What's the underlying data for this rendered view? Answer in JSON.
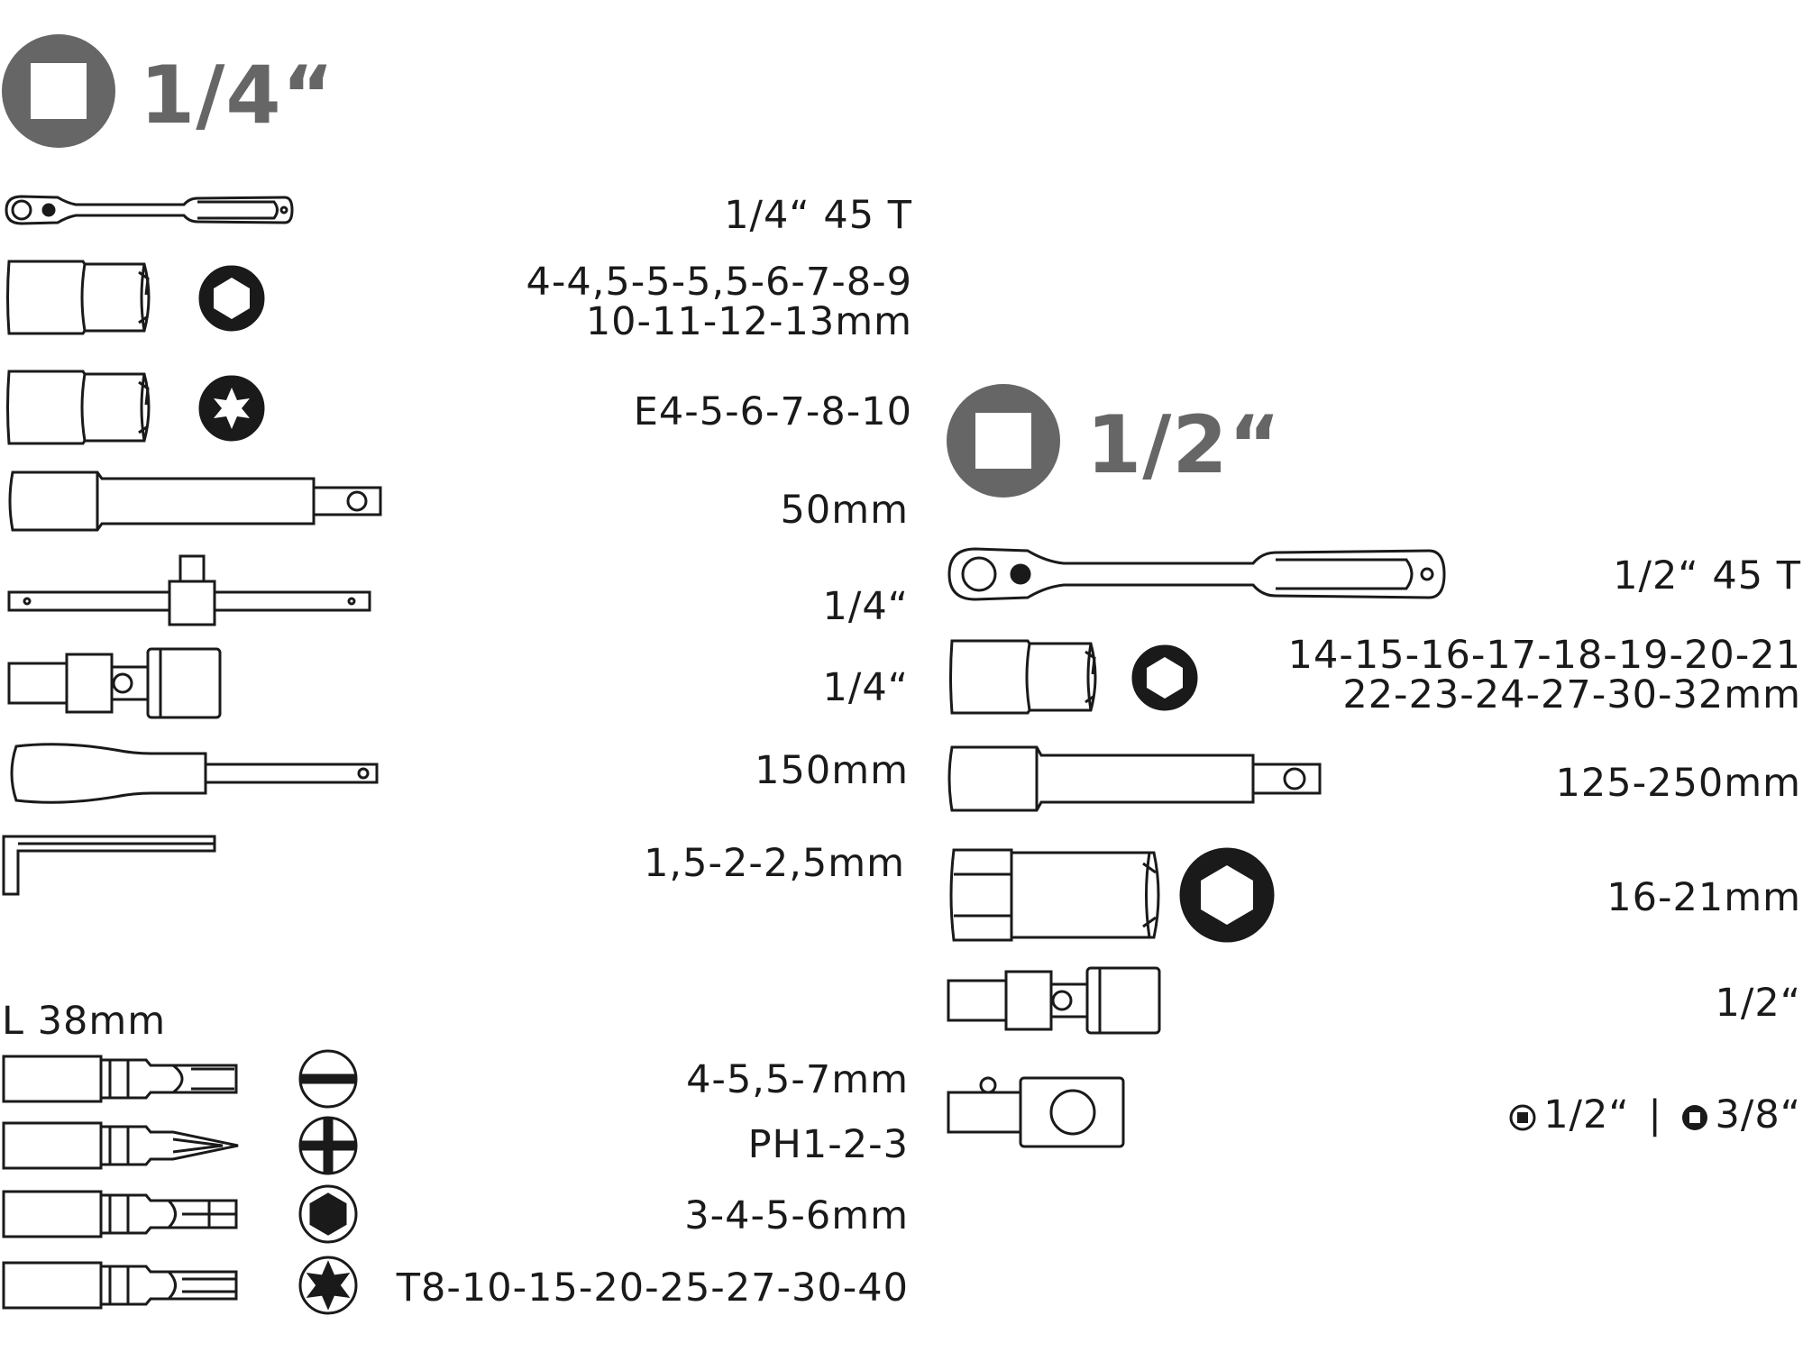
{
  "quarter_section": {
    "title": "1/4“",
    "items": [
      {
        "name": "ratchet",
        "label": "1/4“ 45 T"
      },
      {
        "name": "hex-sockets",
        "line1": "4-4,5-5-5,5-6-7-8-9",
        "line2": "10-11-12-13mm"
      },
      {
        "name": "torx-sockets",
        "label": "E4-5-6-7-8-10"
      },
      {
        "name": "extension-bar",
        "label": "50mm"
      },
      {
        "name": "t-bar",
        "label": "1/4“"
      },
      {
        "name": "universal-joint",
        "label": "1/4“"
      },
      {
        "name": "spinner-handle",
        "label": "150mm"
      },
      {
        "name": "hex-keys",
        "label": "1,5-2-2,5mm"
      }
    ]
  },
  "bits_section": {
    "length_label": "L 38mm",
    "items": [
      {
        "name": "slotted-bits",
        "label": "4-5,5-7mm",
        "icon": "slotted-icon"
      },
      {
        "name": "phillips-bits",
        "label": "PH1-2-3",
        "icon": "phillips-icon"
      },
      {
        "name": "hex-bits",
        "label": "3-4-5-6mm",
        "icon": "hex-icon"
      },
      {
        "name": "torx-bits",
        "label": "T8-10-15-20-25-27-30-40",
        "icon": "torx-star-icon"
      }
    ]
  },
  "half_section": {
    "title": "1/2“",
    "items": [
      {
        "name": "ratchet",
        "label": "1/2“ 45 T"
      },
      {
        "name": "hex-sockets",
        "line1": "14-15-16-17-18-19-20-21",
        "line2": "22-23-24-27-30-32mm"
      },
      {
        "name": "extension-bars",
        "label": "125-250mm"
      },
      {
        "name": "spark-plug-sockets",
        "label": "16-21mm"
      },
      {
        "name": "universal-joint",
        "label": "1/2“"
      }
    ],
    "adapter": {
      "a": "1/2“",
      "sep": "|",
      "b": "3/8“"
    }
  },
  "colors": {
    "badge": "#666666",
    "ink": "#1a1a1a"
  }
}
